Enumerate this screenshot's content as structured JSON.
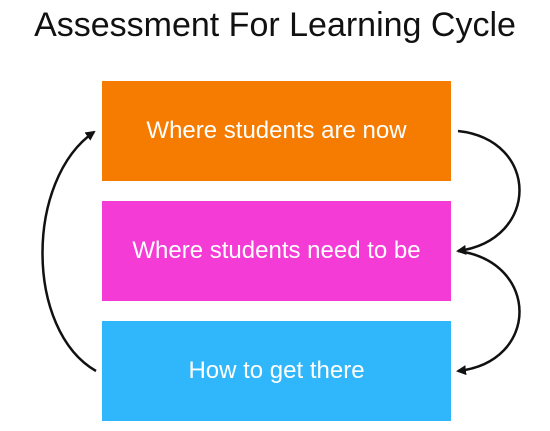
{
  "title": "Assessment For Learning Cycle",
  "stages": [
    {
      "label": "Where students are now",
      "color": "#f57c00"
    },
    {
      "label": "Where students need to be",
      "color": "#f43bd6"
    },
    {
      "label": "How to get there",
      "color": "#2fb6fb"
    }
  ],
  "arrow_color": "#111111"
}
